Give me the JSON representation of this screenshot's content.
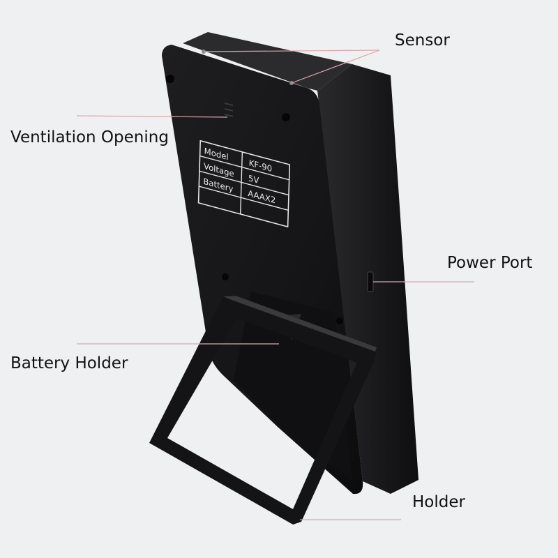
{
  "callouts": {
    "sensor": "Sensor",
    "ventilation_opening": "Ventilation Opening",
    "power_port": "Power Port",
    "battery_holder": "Battery Holder",
    "holder": "Holder"
  },
  "spec_label": {
    "rows": [
      {
        "key": "Model",
        "value": "KF-90"
      },
      {
        "key": "Voltage",
        "value": "5V"
      },
      {
        "key": "Battery",
        "value": "AAAX2"
      }
    ]
  },
  "colors": {
    "background": "#eef0f2",
    "device_body": "#1b1b1d",
    "leader_line": "#d9a9a9",
    "label_text": "#111111"
  }
}
